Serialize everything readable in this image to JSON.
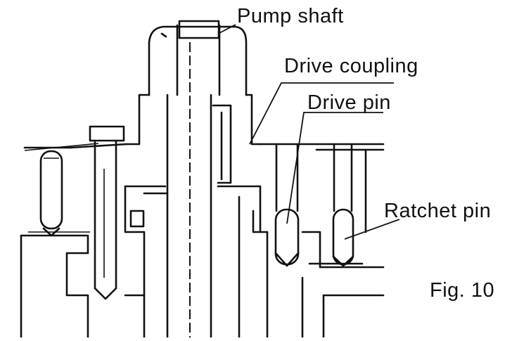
{
  "labels": {
    "pump_shaft": "Pump shaft",
    "drive_coupling": "Drive coupling",
    "drive_pin": "Drive pin",
    "ratchet_pin": "Ratchet pin",
    "figure": "Fig. 10"
  }
}
